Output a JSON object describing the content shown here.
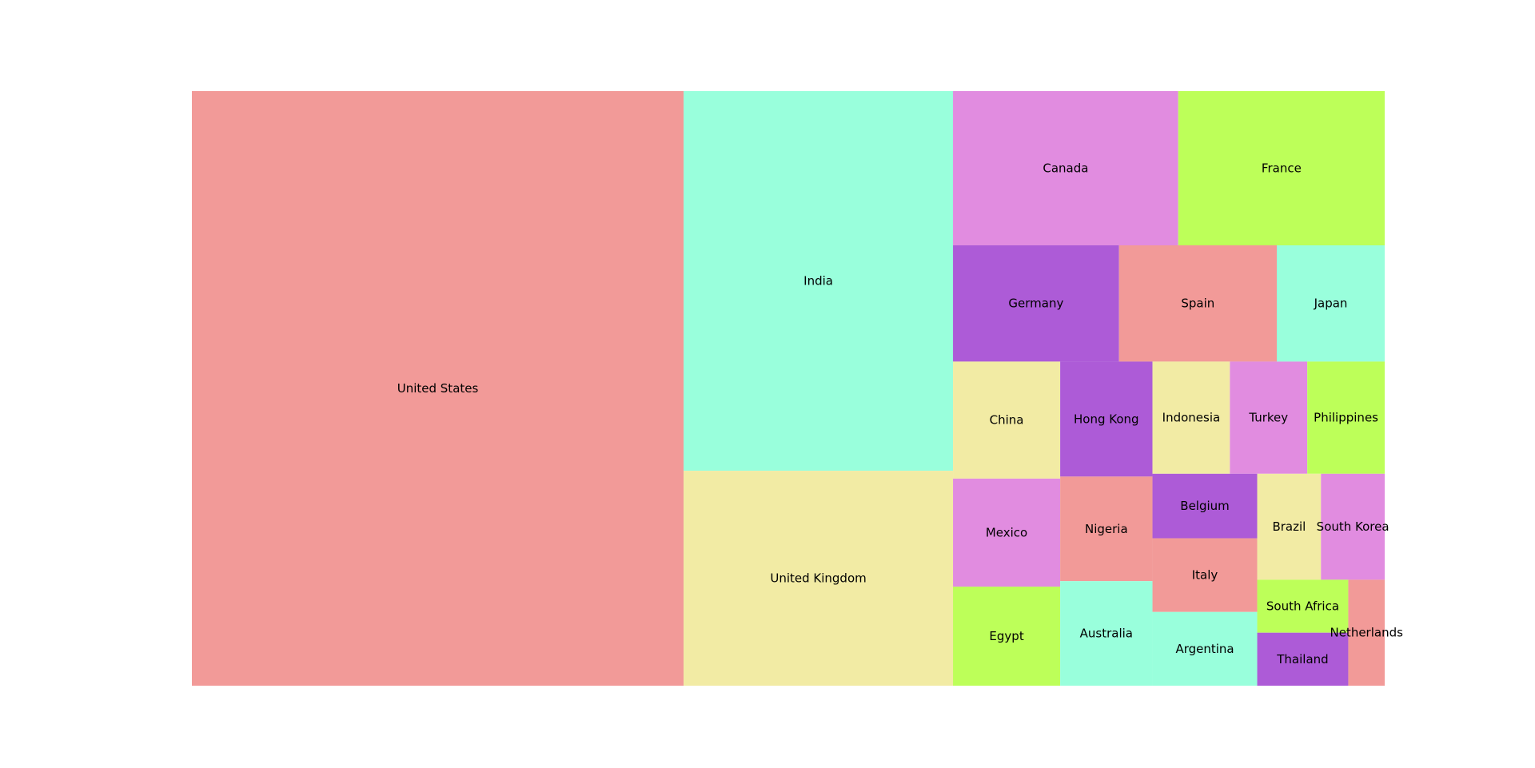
{
  "chart_data": {
    "type": "treemap",
    "title": "",
    "colors": {
      "salmon": "#f29a98",
      "mint": "#99ffdc",
      "purple": "#ad5bd7",
      "lime": "#bdff59",
      "khaki": "#f2eba4",
      "orchid": "#e18ce0"
    },
    "items": [
      {
        "label": "United States",
        "value": 303,
        "color": "#f29a98"
      },
      {
        "label": "India",
        "value": 106,
        "color": "#99ffdc"
      },
      {
        "label": "United Kingdom",
        "value": 60,
        "color": "#f2eba4"
      },
      {
        "label": "Canada",
        "value": 36,
        "color": "#e18ce0"
      },
      {
        "label": "France",
        "value": 33,
        "color": "#bdff59"
      },
      {
        "label": "Germany",
        "value": 20,
        "color": "#ad5bd7"
      },
      {
        "label": "Spain",
        "value": 19,
        "color": "#f29a98"
      },
      {
        "label": "Japan",
        "value": 13,
        "color": "#99ffdc"
      },
      {
        "label": "China",
        "value": 13,
        "color": "#f2eba4"
      },
      {
        "label": "Mexico",
        "value": 12,
        "color": "#e18ce0"
      },
      {
        "label": "Egypt",
        "value": 11,
        "color": "#bdff59"
      },
      {
        "label": "Hong Kong",
        "value": 11,
        "color": "#ad5bd7"
      },
      {
        "label": "Nigeria",
        "value": 10,
        "color": "#f29a98"
      },
      {
        "label": "Australia",
        "value": 10,
        "color": "#99ffdc"
      },
      {
        "label": "Indonesia",
        "value": 9,
        "color": "#f2eba4"
      },
      {
        "label": "Turkey",
        "value": 9,
        "color": "#e18ce0"
      },
      {
        "label": "Philippines",
        "value": 9,
        "color": "#bdff59"
      },
      {
        "label": "Belgium",
        "value": 7,
        "color": "#ad5bd7"
      },
      {
        "label": "Italy",
        "value": 8,
        "color": "#f29a98"
      },
      {
        "label": "Argentina",
        "value": 8,
        "color": "#99ffdc"
      },
      {
        "label": "Brazil",
        "value": 7,
        "color": "#f2eba4"
      },
      {
        "label": "South Korea",
        "value": 7,
        "color": "#e18ce0"
      },
      {
        "label": "South Africa",
        "value": 5,
        "color": "#bdff59"
      },
      {
        "label": "Thailand",
        "value": 5,
        "color": "#ad5bd7"
      },
      {
        "label": "Netherlands",
        "value": 4,
        "color": "#f29a98"
      }
    ]
  }
}
